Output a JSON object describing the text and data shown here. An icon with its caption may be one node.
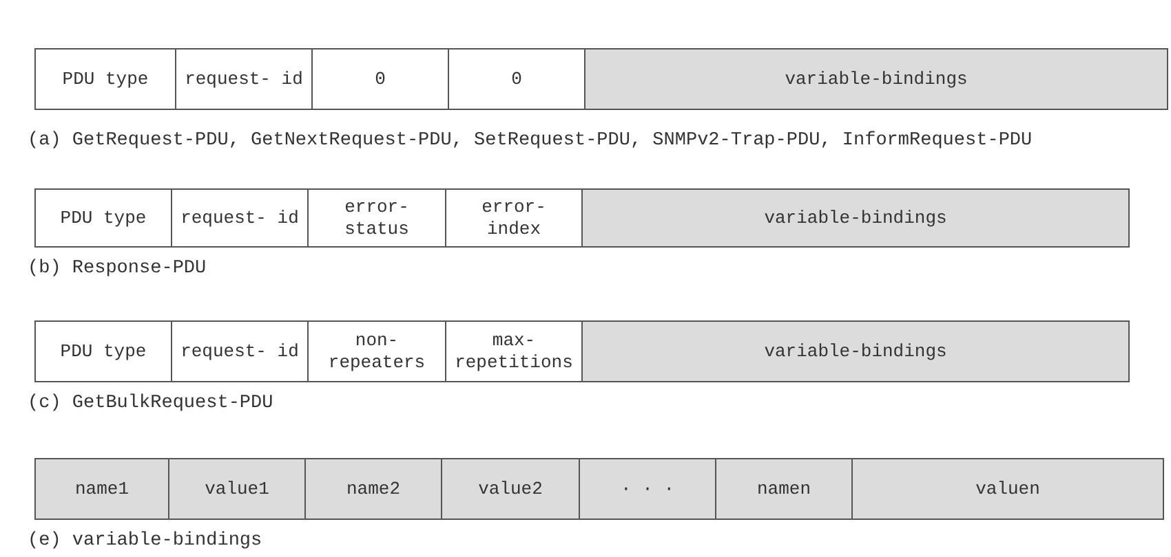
{
  "diagram": {
    "nodes": [
      {
        "text": [
          "PDU type"
        ]
      },
      {
        "text": [
          "request- id"
        ]
      },
      {
        "text": [
          "0"
        ]
      },
      {
        "text": [
          "0"
        ]
      },
      {
        "text": [
          "variable-bindings"
        ]
      },
      {
        "text": [
          "PDU type"
        ]
      },
      {
        "text": [
          "request- id"
        ]
      },
      {
        "text": [
          "error- status"
        ]
      },
      {
        "text": [
          "error- index"
        ]
      },
      {
        "text": [
          "variable-bindings"
        ]
      },
      {
        "text": [
          "PDU type"
        ]
      },
      {
        "text": [
          "request- id"
        ]
      },
      {
        "text": [
          "non- repeaters"
        ]
      },
      {
        "text": [
          "max- repetitions"
        ]
      },
      {
        "text": [
          "variable-bindings"
        ]
      },
      {
        "text": [
          "name1"
        ]
      },
      {
        "text": [
          "value1"
        ]
      },
      {
        "text": [
          "name2"
        ]
      },
      {
        "text": [
          "value2"
        ]
      },
      {
        "text": [
          "· · ·"
        ]
      },
      {
        "text": [
          "namen"
        ]
      },
      {
        "text": [
          "valuen"
        ]
      }
    ],
    "labels": [
      "(a) GetRequest-PDU, GetNextRequest-PDU, SetRequest-PDU, SNMPv2-Trap-PDU, InformRequest-PDU",
      "(b) Response-PDU",
      "(c) GetBulkRequest-PDU",
      "(e) variable-bindings"
    ]
  }
}
